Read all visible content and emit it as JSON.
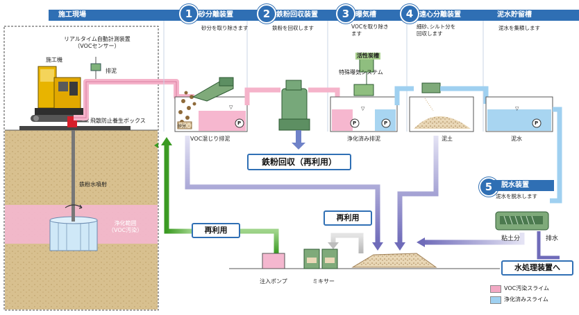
{
  "header": {
    "site": "施工現場",
    "steps": [
      {
        "num": "1",
        "title": "砂分離装置",
        "desc": "砂分を取り除きます"
      },
      {
        "num": "2",
        "title": "鉄粉回収装置",
        "desc": "鉄粉を回収します"
      },
      {
        "num": "3",
        "title": "曝気槽",
        "desc": "VOCを取り除き\nます"
      },
      {
        "num": "4",
        "title": "遠心分離装置",
        "desc": "細砂､シルト分を\n回収します"
      },
      {
        "num": "",
        "title": "泥水貯留槽",
        "desc": "泥水を集積します"
      }
    ]
  },
  "site": {
    "voc_sensor": "リアルタイム自動計測装置\n（VOCセンサー）",
    "exhaust": "排泥",
    "machine": "施工機",
    "box": "飛散防止養生ボックス",
    "jet": "鉄粉水噴射",
    "purify_range": "浄化範囲\n（VOC汚染）"
  },
  "process": {
    "voc_mud": "VOC混じり排泥",
    "sand_tag": "砂分",
    "carbon": "活性炭槽",
    "aeration": "特殊曝気システム",
    "purified_mud": "浄化済み排泥",
    "mud_soil": "泥土",
    "mud_water": "泥水",
    "pump": "P",
    "water_mark": "▽"
  },
  "iron_recovery": "鉄粉回収（再利用）",
  "reuse_left": "再利用",
  "reuse_mid": "再利用",
  "dewater": {
    "num": "5",
    "title": "脱水装置",
    "desc": "泥水を脱水します"
  },
  "clay": "粘土分",
  "drain": "排水",
  "to_water": "水処理装置へ",
  "injection_pump": "注入ポンプ",
  "mixer": "ミキサー",
  "legend": [
    {
      "label": "VOC汚染スライム",
      "color": "#f2a9c4"
    },
    {
      "label": "浄化済みスライム",
      "color": "#9fd0f0"
    }
  ],
  "colors": {
    "blue": "#2f6fb4",
    "pink": "#f2a9c4",
    "lightblue": "#9fd0f0",
    "green": "#4caf2e",
    "soil": "#d9b98a",
    "purple": "#8a86c8"
  }
}
